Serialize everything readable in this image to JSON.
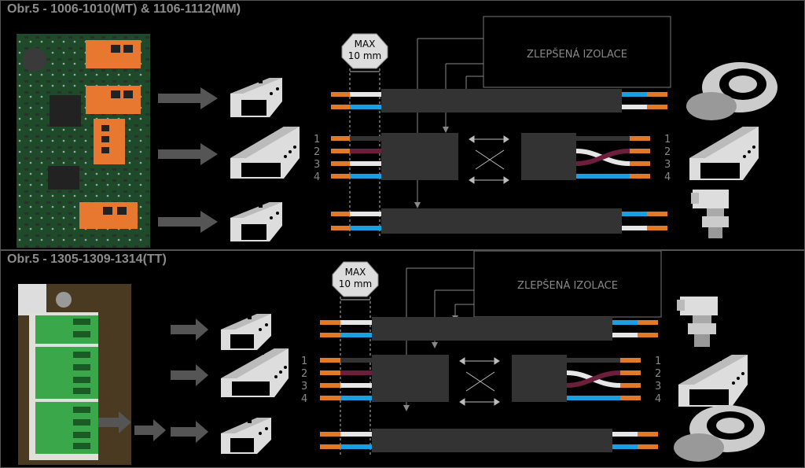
{
  "panels": [
    {
      "title": "Obr.5 - 1006-1010(MT) & 1106-1112(MM)",
      "max_label_line1": "MAX",
      "max_label_line2": "10 mm",
      "insulation_label": "ZLEPŠENÁ IZOLACE",
      "wire_numbers": [
        "1",
        "2",
        "3",
        "4"
      ],
      "right_wire_numbers": [
        "1",
        "2",
        "3",
        "4"
      ]
    },
    {
      "title": "Obr.5 - 1305-1309-1314(TT)",
      "max_label_line1": "MAX",
      "max_label_line2": "10 mm",
      "insulation_label": "ZLEPŠENÁ IZOLACE",
      "wire_numbers": [
        "1",
        "2",
        "3",
        "4"
      ],
      "right_wire_numbers": [
        "1",
        "2",
        "3",
        "4"
      ]
    }
  ],
  "colors": {
    "background": "#000000",
    "cable_jacket": "#333333",
    "copper": "#e07a2a",
    "wire_white": "#e6e6e6",
    "wire_blue": "#1aa0e0",
    "wire_brown": "#6b1f3a",
    "terminal_orange": "#e8782f",
    "terminal_green": "#3aa84a",
    "pcb_green": "#1f4a2a",
    "label_gray": "#8c8c8c"
  },
  "icons": [
    "arrow-right-icon",
    "connector-2pin-icon",
    "connector-4pin-icon",
    "coil-sensor-icon",
    "pressure-sensor-icon",
    "crossover-icon"
  ]
}
